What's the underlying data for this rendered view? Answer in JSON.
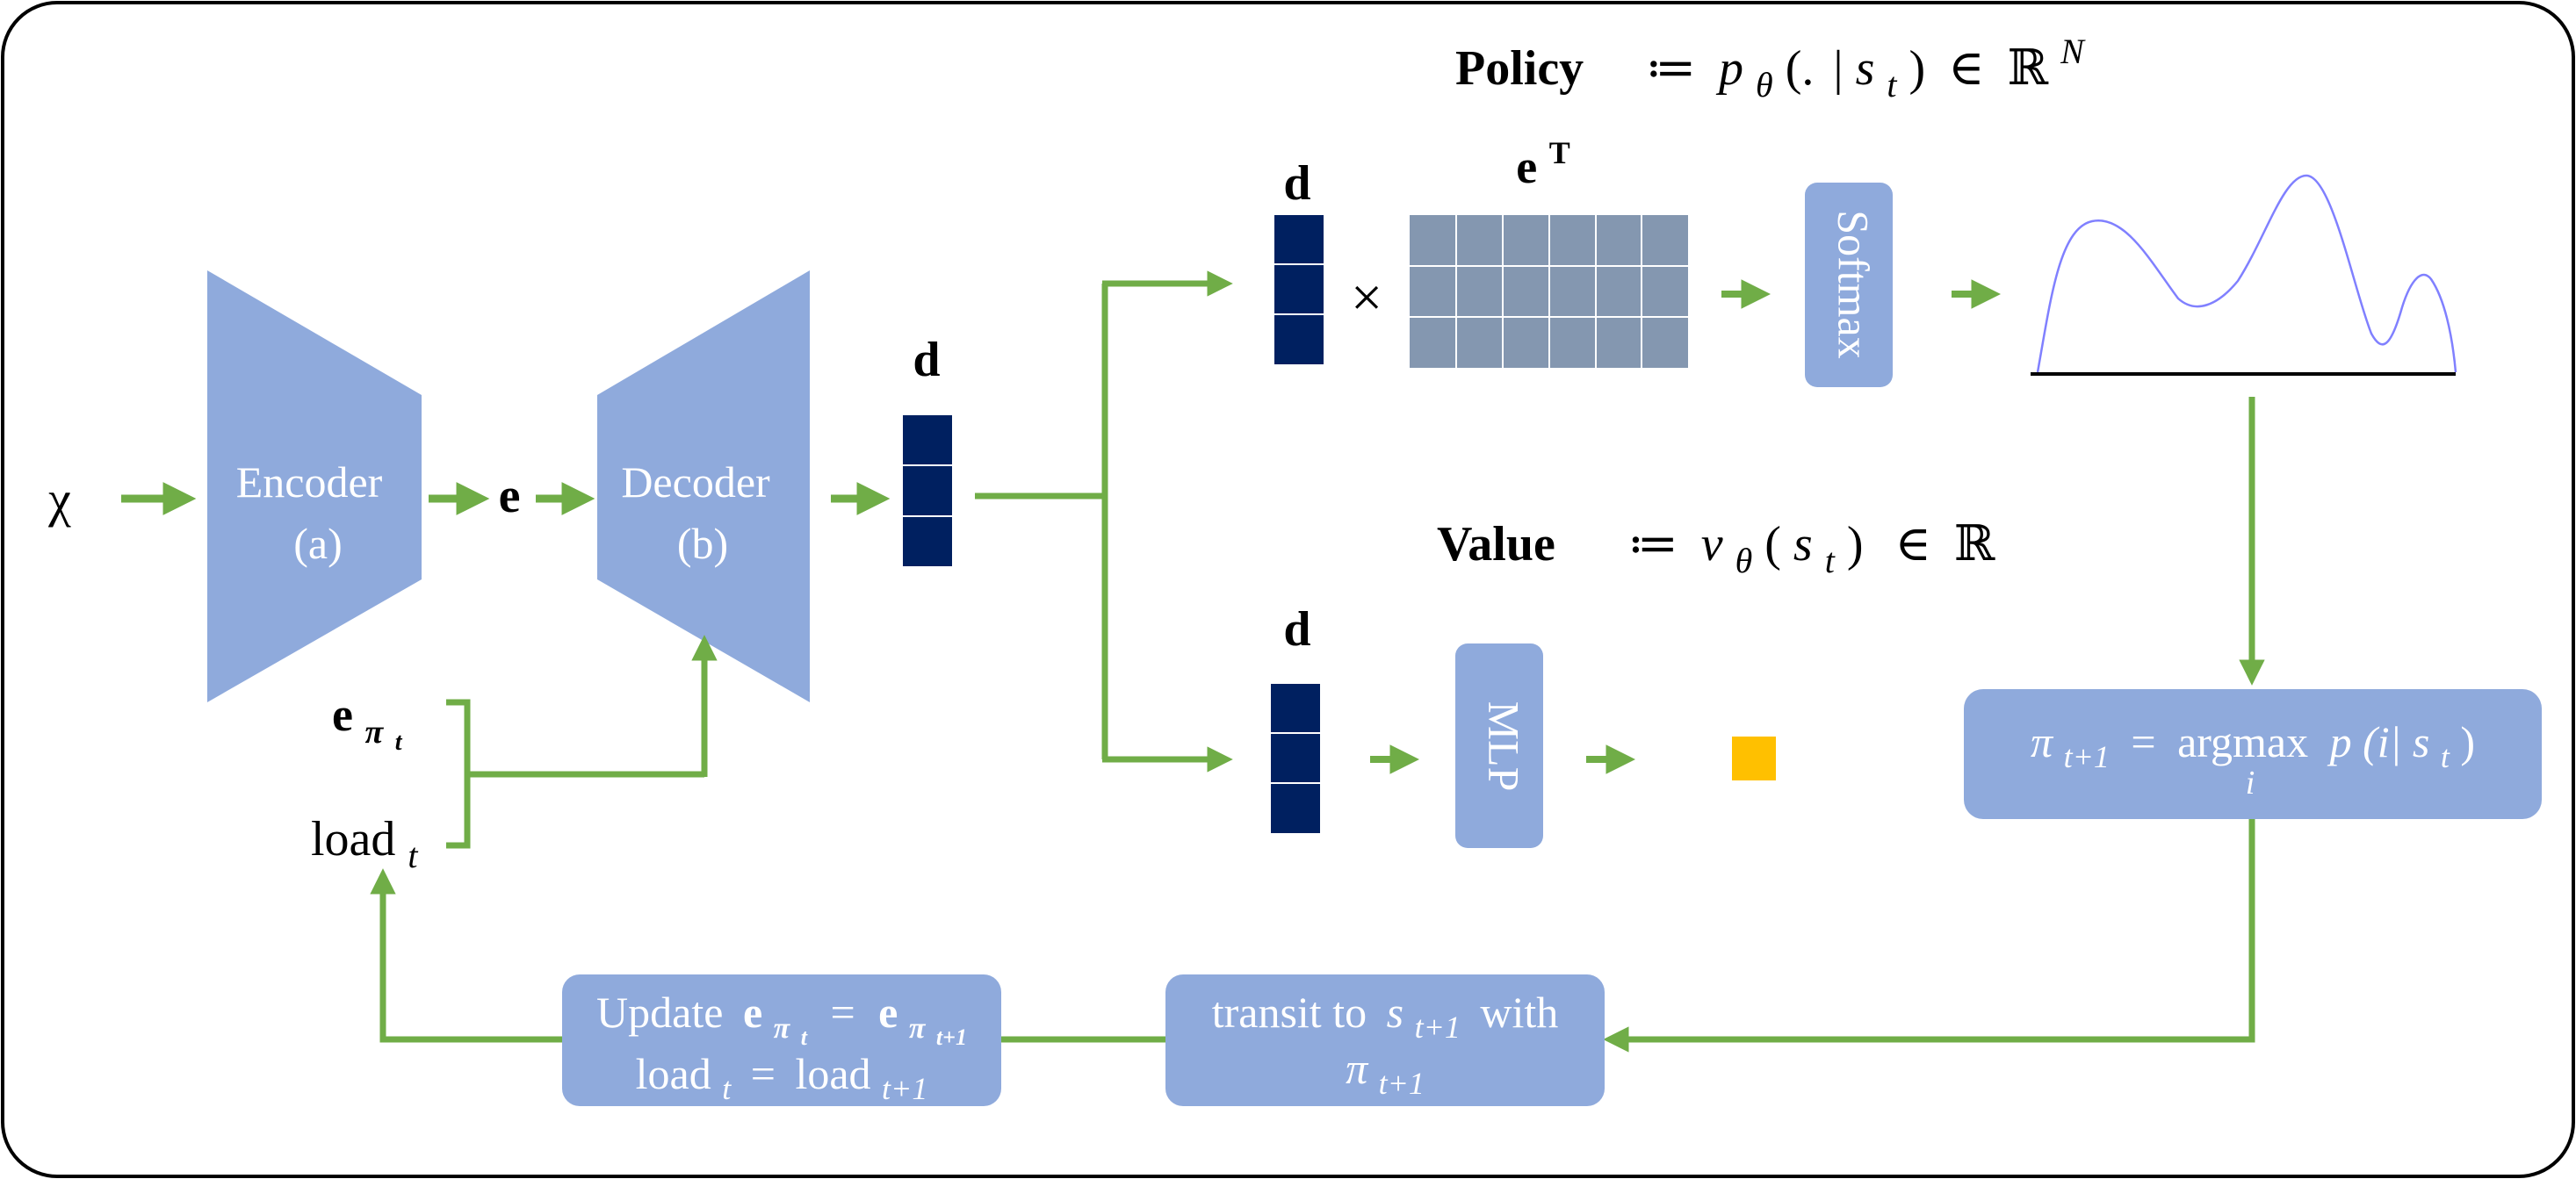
{
  "input": {
    "chi": "χ"
  },
  "encoder": {
    "name": "Encoder",
    "tag": "(a)"
  },
  "decoder": {
    "name": "Decoder",
    "tag": "(b)"
  },
  "embedding": {
    "e": "e"
  },
  "d_label": "d",
  "times": "×",
  "eT": {
    "base": "e",
    "sup": "T"
  },
  "policy": {
    "title": "Policy",
    "defn": "≔",
    "p": "p",
    "theta": "θ",
    "args_open": "(.",
    "bar": "|",
    "s": "s",
    "t": "t",
    "args_close": ")",
    "in": "∈",
    "R": "ℝ",
    "N": "N"
  },
  "value": {
    "title": "Value",
    "defn": "≔",
    "v": "v",
    "theta": "θ",
    "open": "(",
    "s": "s",
    "t": "t",
    "close": ")",
    "in": "∈",
    "R": "ℝ"
  },
  "softmax": "Softmax",
  "mlp": "MLP",
  "argmax_box": {
    "pi": "π",
    "sub": "t+1",
    "eq": "=",
    "op": "argmax",
    "under": "i",
    "p": "p",
    "arg": "(i|",
    "s": "s",
    "t": "t",
    "close": ")"
  },
  "transit_box": {
    "line1_pre": "transit to",
    "s": "s",
    "sub": "t+1",
    "line1_post": "with",
    "pi": "π",
    "pi_sub": "t+1"
  },
  "update_box": {
    "update": "Update",
    "e": "e",
    "pi": "π",
    "t": "t",
    "eq": "=",
    "pi_sub": "t+1",
    "load": "load",
    "load_t": "t",
    "load_sub": "t+1"
  },
  "inputs_left": {
    "e": "e",
    "pi": "π",
    "t": "t",
    "load": "load",
    "load_t": "t"
  },
  "colors": {
    "box": "#8faadc",
    "trapezoid": "#8faadc",
    "navy": "#002060",
    "matrix": "#8497b0",
    "arrow": "#70ad47",
    "curve": "#8080ff",
    "value_square": "#ffc000",
    "frame": "#000000"
  }
}
